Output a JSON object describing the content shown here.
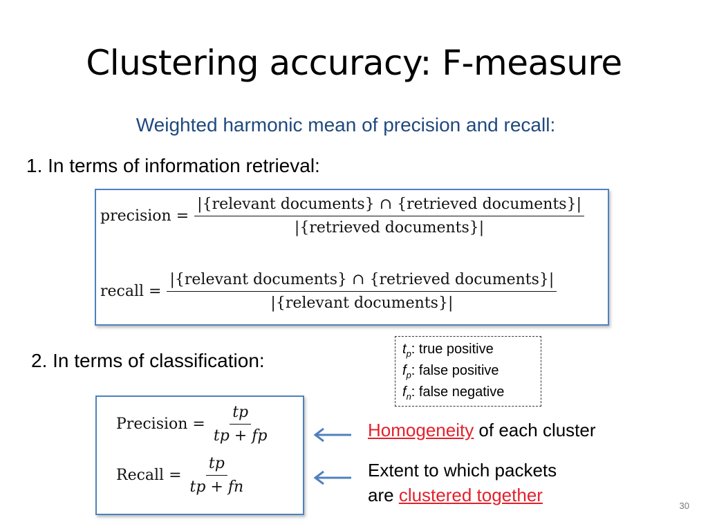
{
  "slide": {
    "title": "Clustering accuracy: F-measure",
    "subtitle": "Weighted harmonic mean of precision and recall:",
    "heading_ir": "1. In terms of information retrieval:",
    "heading_class": "2. In terms of classification:",
    "page_number": "30"
  },
  "ir_formulas": {
    "precision_lhs": "precision =",
    "precision_num": "|{relevant documents} ∩ {retrieved documents}|",
    "precision_den": "|{retrieved documents}|",
    "recall_lhs": "recall =",
    "recall_num": "|{relevant documents} ∩ {retrieved documents}|",
    "recall_den": "|{relevant documents}|"
  },
  "class_formulas": {
    "precision_lhs": "Precision =",
    "precision_num": "tp",
    "precision_den": "tp + fp",
    "recall_lhs": "Recall =",
    "recall_num": "tp",
    "recall_den": "tp + fn"
  },
  "legend": {
    "tp_main": "t",
    "tp_sub": "p",
    "tp_text": ": true positive",
    "fp_main": "f",
    "fp_sub": "p",
    "fp_text": ": false positive",
    "fn_main": "f",
    "fn_sub": "n",
    "fn_text": ": false negative"
  },
  "notes": {
    "homogeneity_link": "Homogeneity",
    "homogeneity_rest": " of each cluster",
    "extent_line1": "Extent to which packets",
    "extent_prefix": "are ",
    "extent_link": "clustered together"
  },
  "colors": {
    "subtitle": "#1f497d",
    "box_border": "#4f81bd",
    "arrow": "#4f81bd",
    "link_red": "#e3202b"
  }
}
